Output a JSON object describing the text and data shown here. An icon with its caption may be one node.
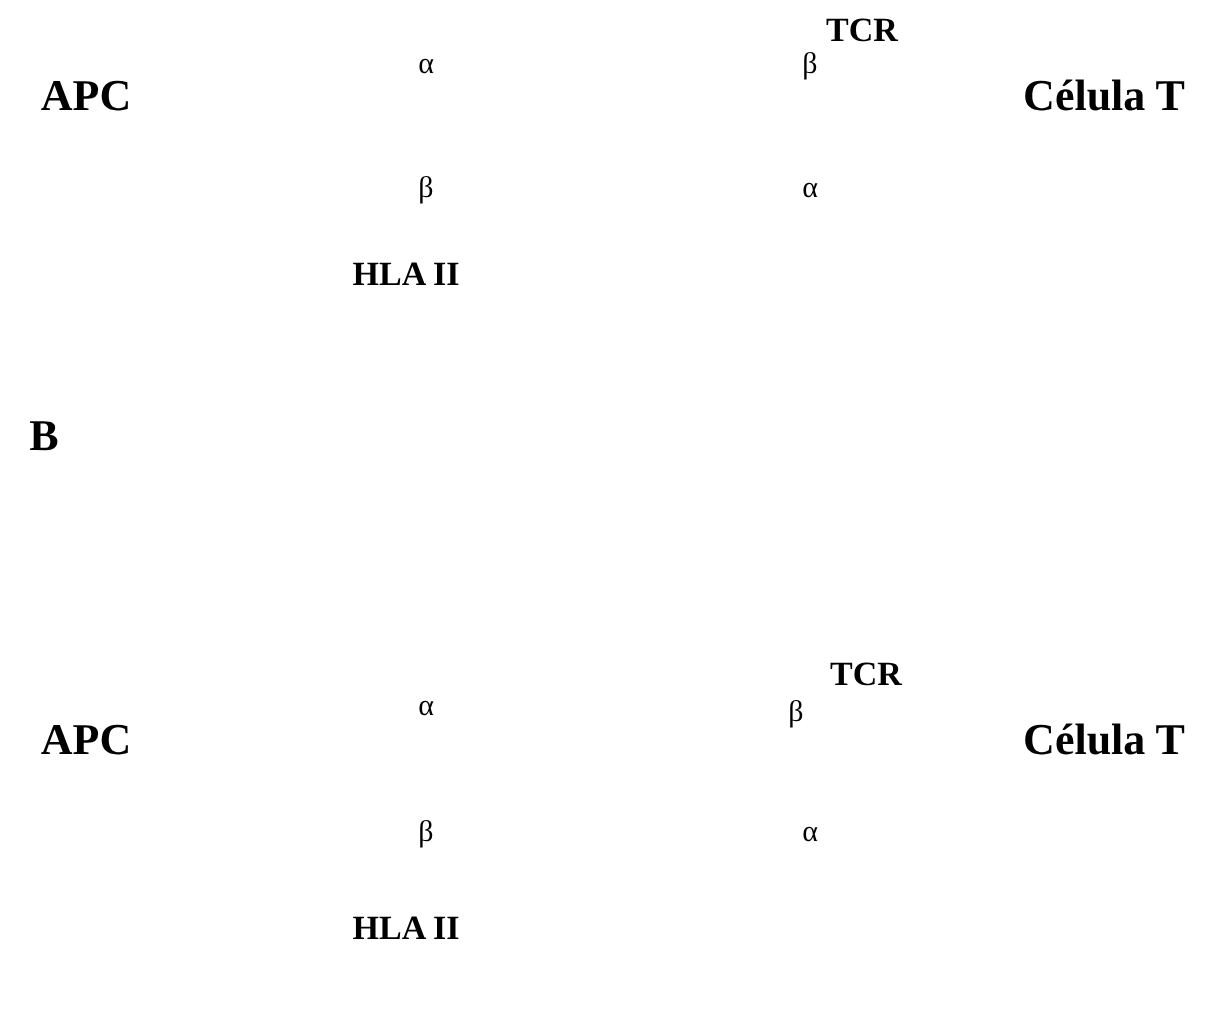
{
  "diagram": {
    "labels": [
      "TCR",
      "α",
      "β",
      "APC",
      "Célula T",
      "β",
      "α",
      "HLA II",
      "B",
      "TCR",
      "α",
      "β",
      "APC",
      "Célula T",
      "β",
      "α",
      "HLA II"
    ]
  }
}
